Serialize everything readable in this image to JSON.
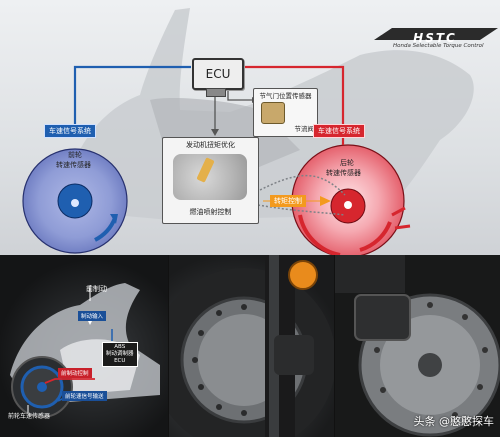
{
  "logo": {
    "mark": "HSTC",
    "subtitle": "Honda Selectable Torque Control"
  },
  "ecu": {
    "label": "ECU"
  },
  "throttle_sensor": {
    "title": "节气门位置传感器",
    "valve": "节流阀"
  },
  "engine_box": {
    "title": "发动机扭矩优化",
    "fuel": "燃油喷射控制"
  },
  "front": {
    "signal": "车速信号系统",
    "sensor_line1": "前轮",
    "sensor_line2": "转速传感器"
  },
  "rear": {
    "signal": "车速信号系统",
    "sensor_line1": "后轮",
    "sensor_line2": "转速传感器"
  },
  "torque": {
    "label": "转矩控制"
  },
  "abs_diagram": {
    "front_brake": "前制动",
    "brake_input": "制动输入",
    "abs_line1": "ABS",
    "abs_line2": "制动调制器",
    "abs_line3": "ECU",
    "front_control": "前制动控制",
    "wheel_speed_output": "前轮速信号输送",
    "front_sensor": "前轮车速传感器"
  },
  "watermark": {
    "prefix": "头条",
    "handle": "@憨憨探车"
  },
  "colors": {
    "blue": "#1f5fb0",
    "red": "#d6262e",
    "orange": "#f39a1e"
  }
}
